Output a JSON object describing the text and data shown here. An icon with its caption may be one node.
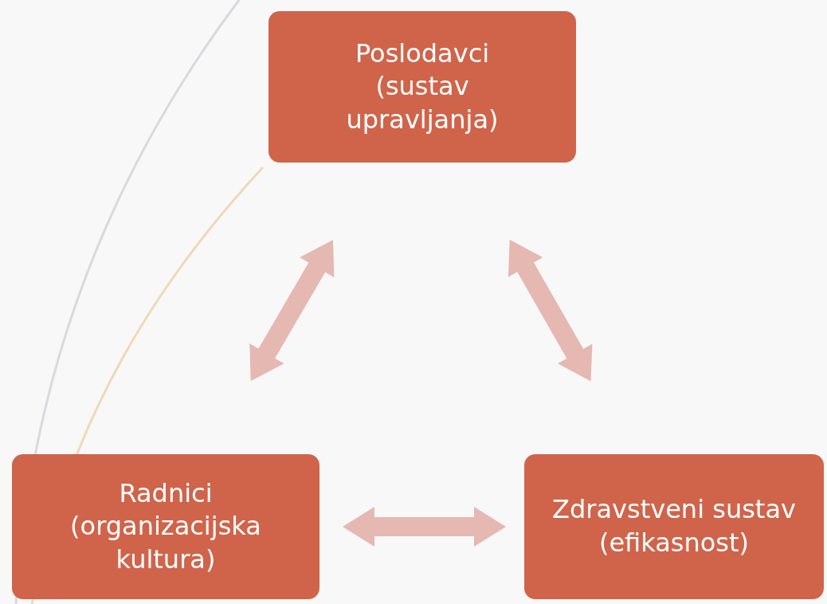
{
  "diagram": {
    "nodes": [
      {
        "text": [
          "Poslodavci (sustav upravljanja)"
        ]
      },
      {
        "text": [
          "Radnici (organizacijska kultura)"
        ]
      },
      {
        "text": [
          "Zdravstveni sustav (efikasnost)"
        ]
      }
    ],
    "edges": [
      {
        "from": 0,
        "to": 1,
        "arrow": "both"
      },
      {
        "from": 0,
        "to": 2,
        "arrow": "both"
      },
      {
        "from": 1,
        "to": 2,
        "arrow": "both"
      }
    ]
  }
}
